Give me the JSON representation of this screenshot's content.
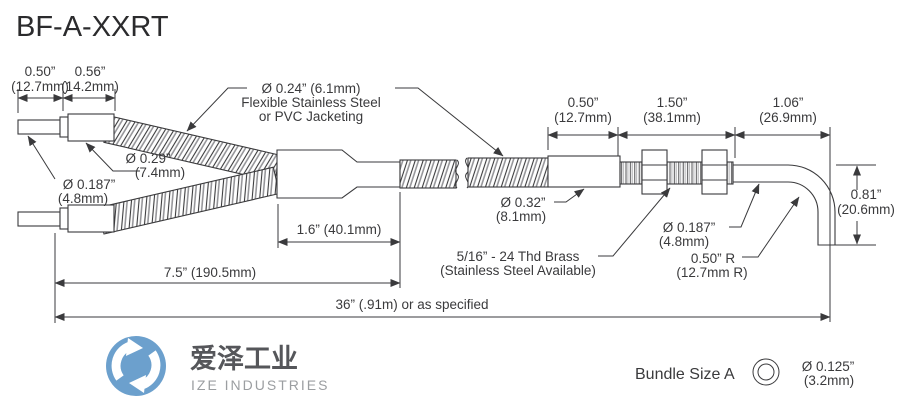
{
  "title": "BF-A-XXRT",
  "colors": {
    "line": "#3a3a3c",
    "logo_blue": "#6CA0CD",
    "logo_text_cn": "#55565a",
    "logo_text_en": "#9B9EA1"
  },
  "dims": {
    "tip_len_in": "0.50”",
    "tip_len_mm": "(12.7mm)",
    "ferrule_len_in": "0.56”",
    "ferrule_len_mm": "(14.2mm)",
    "jacket_line1": "Ø 0.24” (6.1mm)",
    "jacket_line2": "Flexible Stainless Steel",
    "jacket_line3": "or PVC Jacketing",
    "ferrule_dia_in": "Ø 0.29”",
    "ferrule_dia_mm": "(7.4mm)",
    "tip_dia_left_in": "Ø 0.187”",
    "tip_dia_left_mm": "(4.8mm)",
    "sleeve_len_in": "0.50”",
    "sleeve_len_mm": "(12.7mm)",
    "thread_len_in": "1.50”",
    "thread_len_mm": "(38.1mm)",
    "bend_len_in": "1.06”",
    "bend_len_mm": "(26.9mm)",
    "body_len": "1.6” (40.1mm)",
    "sleeve_dia_in": "Ø 0.32”",
    "sleeve_dia_mm": "(8.1mm)",
    "tip_dia_right_in": "Ø 0.187”",
    "tip_dia_right_mm": "(4.8mm)",
    "thread_spec_line1": "5/16” - 24 Thd Brass",
    "thread_spec_line2": "(Stainless Steel Available)",
    "bend_radius_in": "0.50” R",
    "bend_radius_mm": "(12.7mm R)",
    "bend_height_in": "0.81”",
    "bend_height_mm": "(20.6mm)",
    "branch_len": "7.5” (190.5mm)",
    "overall_len": "36” (.91m) or as specified"
  },
  "bundle": {
    "label": "Bundle Size A",
    "dia_in": "Ø 0.125”",
    "dia_mm": "(3.2mm)"
  },
  "logo": {
    "cn": "爱泽工业",
    "en": "IZE INDUSTRIES"
  }
}
